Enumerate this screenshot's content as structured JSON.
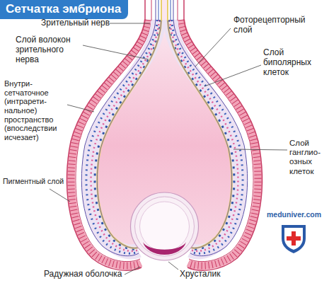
{
  "diagram": {
    "title": "Сетчатка эмбриона",
    "labels": [
      "Зрительный нерв",
      "Фоторецепторный слой",
      "Слой волокон зрительного нерва",
      "Слой биполярных клеток",
      "Внутри- сетчаточное (интрарети- нальное) пространство (впоследствии исчезает)",
      "Слой ганглио- озных клеток",
      "Пигментный слой",
      "meduniver.com",
      "Радужная оболочка",
      "Хрусталик"
    ]
  }
}
